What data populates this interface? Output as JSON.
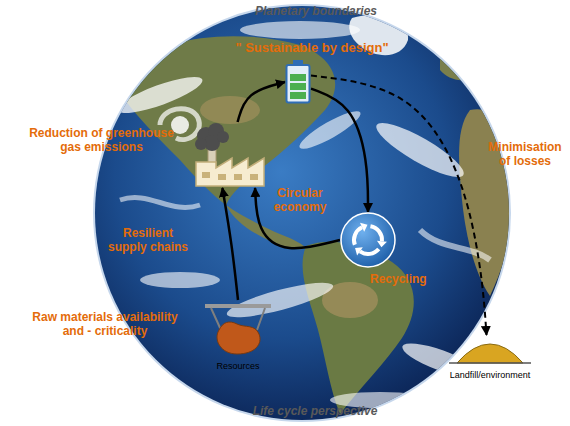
{
  "diagram": {
    "nodes": [
      {
        "text": [
          "Reduction of greenhouse gas emissions"
        ]
      },
      {
        "text": [
          "\" Sustainable by design\""
        ]
      },
      {
        "text": [
          "Recycling"
        ]
      },
      {
        "text": [
          "Resources"
        ]
      },
      {
        "text": [
          "Landfill/environment"
        ]
      }
    ],
    "edges": [
      {
        "from": 0,
        "to": 1,
        "arrow": "to"
      },
      {
        "from": 1,
        "to": 2,
        "arrow": "to"
      },
      {
        "from": 2,
        "to": 0,
        "arrow": "to"
      },
      {
        "from": 3,
        "to": 0,
        "arrow": "to"
      },
      {
        "from": 1,
        "to": 4,
        "arrow": "to"
      }
    ],
    "labels": [
      "Planetary boundaries",
      "Circular economy",
      "Minimisation of losses",
      "Resilient supply chains",
      "Raw materials availability and - criticality",
      "Life cycle perspective"
    ]
  }
}
